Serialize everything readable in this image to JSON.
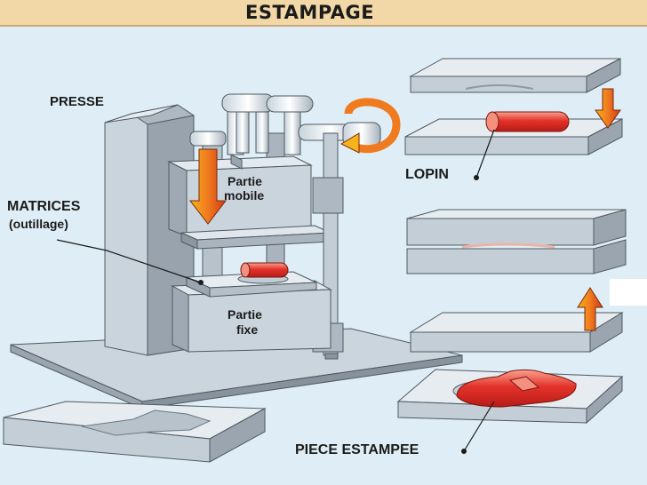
{
  "title": "ESTAMPAGE",
  "labels": {
    "presse": "PRESSE",
    "matrices_line1": "MATRICES",
    "matrices_line2": "(outillage)",
    "partie_mobile_line1": "Partie",
    "partie_mobile_line2": "mobile",
    "partie_fixe_line1": "Partie",
    "partie_fixe_line2": "fixe",
    "lopin": "LOPIN",
    "piece_estampee": "PIECE ESTAMPEE"
  },
  "colors": {
    "background": "#dfeef6",
    "title_bar": "#f2d8a6",
    "metal_light": "#cad4dc",
    "metal_mid": "#aeb8c2",
    "metal_dark": "#87929c",
    "arrow": "#e8541c",
    "workpiece": "#e4322a"
  },
  "icons": {
    "down_arrow": "down-arrow-icon",
    "up_arrow": "up-arrow-icon",
    "rotation_arrow": "rotation-arrow-icon"
  }
}
